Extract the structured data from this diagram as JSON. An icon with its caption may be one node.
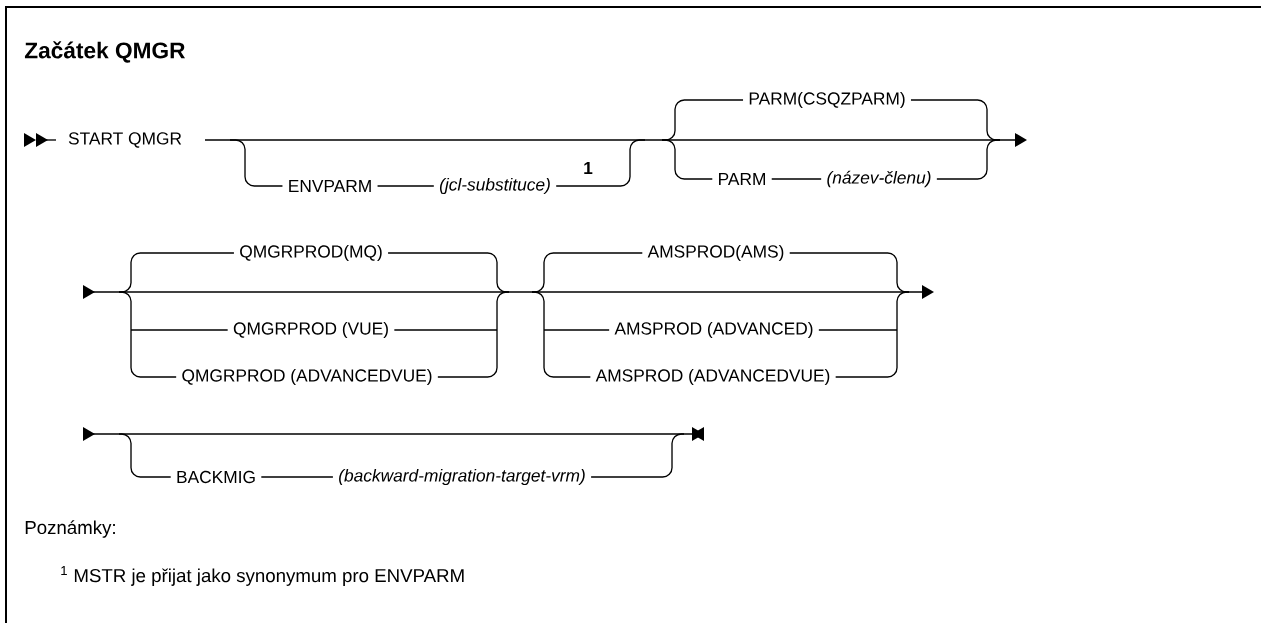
{
  "diagram": {
    "title": "Začátek QMGR",
    "labels": [
      "START QMGR",
      "PARM(CSQZPARM)",
      "ENVPARM",
      "(jcl-substituce)",
      "1",
      "PARM",
      "(název-členu)",
      "QMGRPROD(MQ)",
      "AMSPROD(AMS)",
      "QMGRPROD (VUE)",
      "AMSPROD (ADVANCED)",
      "QMGRPROD (ADVANCEDVUE)",
      "AMSPROD (ADVANCEDVUE)",
      "BACKMIG",
      "(backward-migration-target-vrm)",
      "Poznámky:",
      "$^{1}$ MSTR je přijat jako synonymum pro ENVPARM"
    ]
  }
}
